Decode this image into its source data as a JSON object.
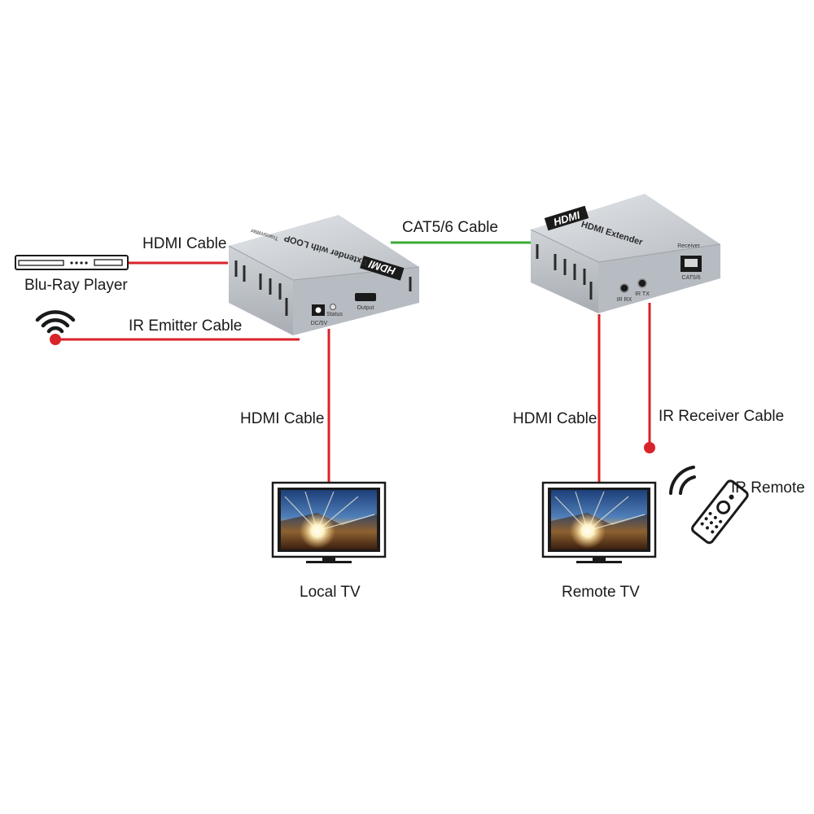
{
  "labels": {
    "hdmi_cable_top": "HDMI Cable",
    "blu_ray_player": "Blu-Ray Player",
    "ir_emitter_cable": "IR Emitter Cable",
    "cat_cable": "CAT5/6 Cable",
    "hdmi_cable_local": "HDMI Cable",
    "hdmi_cable_remote": "HDMI Cable",
    "ir_receiver_cable": "IR Receiver Cable",
    "ir_remote": "IR Remote",
    "local_tv": "Local TV",
    "remote_tv": "Remote TV"
  },
  "transmitter": {
    "logo": "HDMI",
    "title": "Extender with LOOP",
    "role": "Transmitter",
    "port_power": "DC/5V",
    "port_status": "Status",
    "port_output": "Output"
  },
  "receiver": {
    "logo": "HDMI",
    "title": "HDMI Extender",
    "role": "Receiver",
    "port_ir_rx": "IR RX",
    "port_ir_tx": "IR TX",
    "port_cat": "CAT5/6"
  },
  "colors": {
    "hdmi_line": "#d9232a",
    "cat_line": "#3aaa35",
    "dot": "#d9232a",
    "device_body": "#c9cdd2"
  },
  "icons": {
    "wifi": "wifi-icon",
    "remote": "remote-control-icon",
    "player": "blu-ray-player-icon",
    "tv": "tv-icon"
  }
}
